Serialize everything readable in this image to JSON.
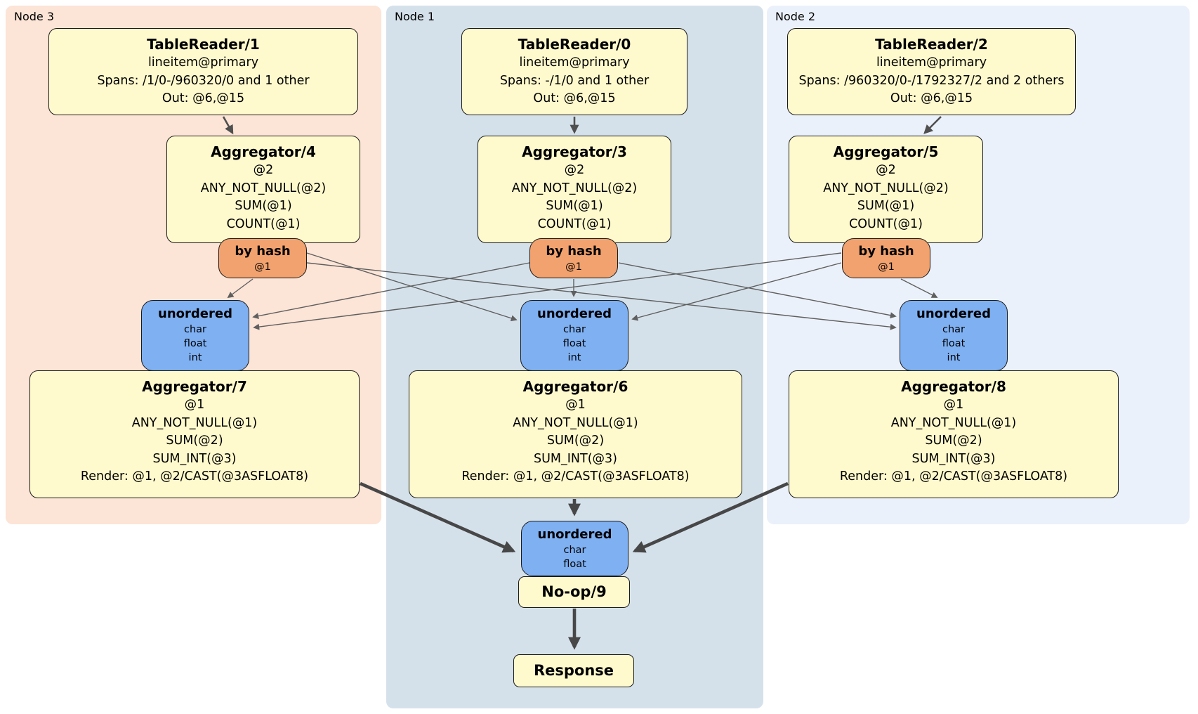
{
  "colors": {
    "node3_bg": "#fce4d6",
    "node1_bg": "#d5e1ea",
    "node2_bg": "#ebf1fa",
    "processor_fill": "#fffacd",
    "router_fill": "#f2a26e",
    "sync_fill": "#7fb0f2",
    "box_border": "#1a1a1a",
    "edge_thin": "#5f5f5f",
    "edge_med": "#4f4f4f",
    "edge_thick": "#474747",
    "label_color": "#000000"
  },
  "regions": {
    "node3": {
      "label": "Node 3"
    },
    "node1": {
      "label": "Node 1"
    },
    "node2": {
      "label": "Node 2"
    }
  },
  "boxes": {
    "tr1": {
      "title": "TableReader/1",
      "lines": [
        "lineitem@primary",
        "Spans: /1/0-/960320/0 and 1 other",
        "Out: @6,@15"
      ]
    },
    "tr0": {
      "title": "TableReader/0",
      "lines": [
        "lineitem@primary",
        "Spans: -/1/0 and 1 other",
        "Out: @6,@15"
      ]
    },
    "tr2": {
      "title": "TableReader/2",
      "lines": [
        "lineitem@primary",
        "Spans: /960320/0-/1792327/2 and 2 others",
        "Out: @6,@15"
      ]
    },
    "agg4": {
      "title": "Aggregator/4",
      "lines": [
        "@2",
        "ANY_NOT_NULL(@2)",
        "SUM(@1)",
        "COUNT(@1)"
      ]
    },
    "agg3": {
      "title": "Aggregator/3",
      "lines": [
        "@2",
        "ANY_NOT_NULL(@2)",
        "SUM(@1)",
        "COUNT(@1)"
      ]
    },
    "agg5": {
      "title": "Aggregator/5",
      "lines": [
        "@2",
        "ANY_NOT_NULL(@2)",
        "SUM(@1)",
        "COUNT(@1)"
      ]
    },
    "hash4": {
      "title": "by hash",
      "lines": [
        "@1"
      ]
    },
    "hash3": {
      "title": "by hash",
      "lines": [
        "@1"
      ]
    },
    "hash5": {
      "title": "by hash",
      "lines": [
        "@1"
      ]
    },
    "sync7": {
      "title": "unordered",
      "lines": [
        "char",
        "float",
        "int"
      ]
    },
    "sync6": {
      "title": "unordered",
      "lines": [
        "char",
        "float",
        "int"
      ]
    },
    "sync8": {
      "title": "unordered",
      "lines": [
        "char",
        "float",
        "int"
      ]
    },
    "agg7": {
      "title": "Aggregator/7",
      "lines": [
        "@1",
        "ANY_NOT_NULL(@1)",
        "SUM(@2)",
        "SUM_INT(@3)",
        "Render: @1, @2/CAST(@3ASFLOAT8)"
      ]
    },
    "agg6": {
      "title": "Aggregator/6",
      "lines": [
        "@1",
        "ANY_NOT_NULL(@1)",
        "SUM(@2)",
        "SUM_INT(@3)",
        "Render: @1, @2/CAST(@3ASFLOAT8)"
      ]
    },
    "agg8": {
      "title": "Aggregator/8",
      "lines": [
        "@1",
        "ANY_NOT_NULL(@1)",
        "SUM(@2)",
        "SUM_INT(@3)",
        "Render: @1, @2/CAST(@3ASFLOAT8)"
      ]
    },
    "syncF": {
      "title": "unordered",
      "lines": [
        "char",
        "float"
      ]
    },
    "noop": {
      "title": "No-op/9"
    },
    "response": {
      "title": "Response"
    }
  },
  "edges": [
    {
      "from": "tr1",
      "to": "agg4"
    },
    {
      "from": "tr0",
      "to": "agg3"
    },
    {
      "from": "tr2",
      "to": "agg5"
    },
    {
      "from": "hash4",
      "to": "sync7"
    },
    {
      "from": "hash4",
      "to": "sync6"
    },
    {
      "from": "hash4",
      "to": "sync8"
    },
    {
      "from": "hash3",
      "to": "sync7"
    },
    {
      "from": "hash3",
      "to": "sync6"
    },
    {
      "from": "hash3",
      "to": "sync8"
    },
    {
      "from": "hash5",
      "to": "sync7"
    },
    {
      "from": "hash5",
      "to": "sync6"
    },
    {
      "from": "hash5",
      "to": "sync8"
    },
    {
      "from": "agg7",
      "to": "syncF"
    },
    {
      "from": "agg6",
      "to": "syncF"
    },
    {
      "from": "agg8",
      "to": "syncF"
    },
    {
      "from": "noop",
      "to": "response"
    }
  ]
}
